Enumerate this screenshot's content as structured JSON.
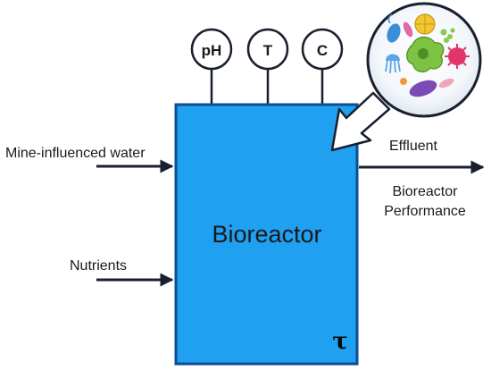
{
  "diagram": {
    "inputs": [
      {
        "label": "Mine-influenced water"
      },
      {
        "label": "Nutrients"
      }
    ],
    "sensors": [
      "pH",
      "T",
      "C"
    ],
    "reactor_label": "Bioreactor",
    "tau_symbol": "τ",
    "outputs": {
      "effluent": "Effluent",
      "performance_line1": "Bioreactor",
      "performance_line2": "Performance"
    },
    "microbe_icon": "microbial-community-icon",
    "colors": {
      "reactor_fill": "#1fa0f0",
      "reactor_border": "#0d4e96",
      "arrow": "#1a1f2e",
      "text": "#1a1a1a"
    }
  }
}
